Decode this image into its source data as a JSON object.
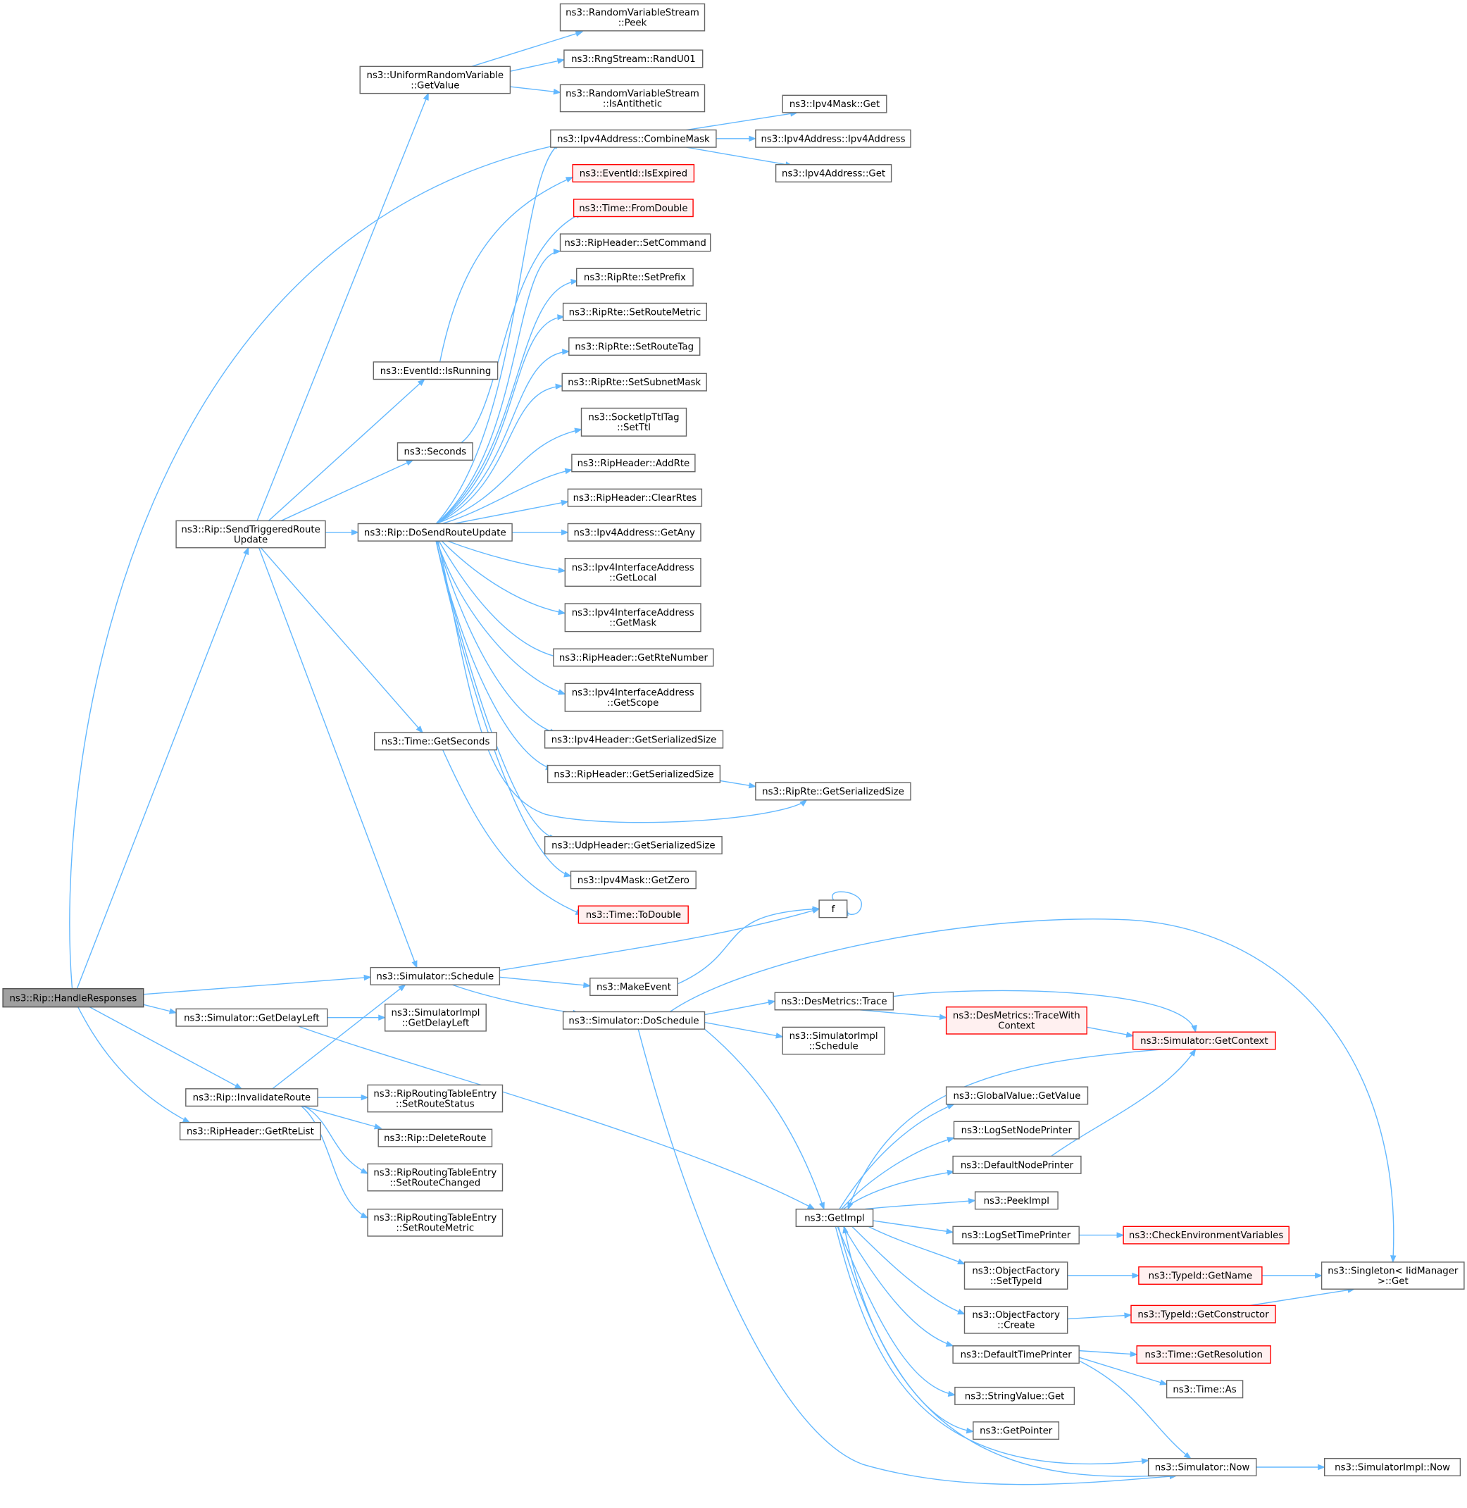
{
  "diagram": {
    "colors": {
      "edge": "#63b8ff",
      "node_border": "#666666",
      "root_fill": "#a0a0a0",
      "truncated_border": "#ff0000",
      "truncated_fill": "#fff0f0"
    },
    "nodes": [
      {
        "id": "root",
        "lines": [
          "ns3::Rip::HandleResponses"
        ],
        "style": "root"
      },
      {
        "id": "urv_getvalue",
        "lines": [
          "ns3::UniformRandomVariable",
          "::GetValue"
        ]
      },
      {
        "id": "rvs_peek",
        "lines": [
          "ns3::RandomVariableStream",
          "::Peek"
        ]
      },
      {
        "id": "rng_randu01",
        "lines": [
          "ns3::RngStream::RandU01"
        ]
      },
      {
        "id": "rvs_isanti",
        "lines": [
          "ns3::RandomVariableStream",
          "::IsAntithetic"
        ]
      },
      {
        "id": "ipv4_combinemask",
        "lines": [
          "ns3::Ipv4Address::CombineMask"
        ]
      },
      {
        "id": "ipv4mask_get",
        "lines": [
          "ns3::Ipv4Mask::Get"
        ]
      },
      {
        "id": "ipv4addr_ctor",
        "lines": [
          "ns3::Ipv4Address::Ipv4Address"
        ]
      },
      {
        "id": "ipv4addr_get",
        "lines": [
          "ns3::Ipv4Address::Get"
        ]
      },
      {
        "id": "eventid_isexpired",
        "lines": [
          "ns3::EventId::IsExpired"
        ],
        "style": "trunc"
      },
      {
        "id": "time_fromdouble",
        "lines": [
          "ns3::Time::FromDouble"
        ],
        "style": "trunc"
      },
      {
        "id": "riphdr_setcommand",
        "lines": [
          "ns3::RipHeader::SetCommand"
        ]
      },
      {
        "id": "riprte_setprefix",
        "lines": [
          "ns3::RipRte::SetPrefix"
        ]
      },
      {
        "id": "riprte_setroutemetric",
        "lines": [
          "ns3::RipRte::SetRouteMetric"
        ]
      },
      {
        "id": "riprte_setroutetag",
        "lines": [
          "ns3::RipRte::SetRouteTag"
        ]
      },
      {
        "id": "riprte_setsubnetmask",
        "lines": [
          "ns3::RipRte::SetSubnetMask"
        ]
      },
      {
        "id": "socketipttl_setttl",
        "lines": [
          "ns3::SocketIpTtlTag",
          "::SetTtl"
        ]
      },
      {
        "id": "riphdr_addrte",
        "lines": [
          "ns3::RipHeader::AddRte"
        ]
      },
      {
        "id": "riphdr_clearrtes",
        "lines": [
          "ns3::RipHeader::ClearRtes"
        ]
      },
      {
        "id": "ipv4addr_getany",
        "lines": [
          "ns3::Ipv4Address::GetAny"
        ]
      },
      {
        "id": "ipv4ifaddr_getlocal",
        "lines": [
          "ns3::Ipv4InterfaceAddress",
          "::GetLocal"
        ]
      },
      {
        "id": "ipv4ifaddr_getmask",
        "lines": [
          "ns3::Ipv4InterfaceAddress",
          "::GetMask"
        ]
      },
      {
        "id": "riphdr_getrtenumber",
        "lines": [
          "ns3::RipHeader::GetRteNumber"
        ]
      },
      {
        "id": "ipv4ifaddr_getscope",
        "lines": [
          "ns3::Ipv4InterfaceAddress",
          "::GetScope"
        ]
      },
      {
        "id": "ipv4hdr_getsersize",
        "lines": [
          "ns3::Ipv4Header::GetSerializedSize"
        ]
      },
      {
        "id": "riphdr_getsersize",
        "lines": [
          "ns3::RipHeader::GetSerializedSize"
        ]
      },
      {
        "id": "riprte_getsersize",
        "lines": [
          "ns3::RipRte::GetSerializedSize"
        ]
      },
      {
        "id": "udphdr_getsersize",
        "lines": [
          "ns3::UdpHeader::GetSerializedSize"
        ]
      },
      {
        "id": "ipv4mask_getzero",
        "lines": [
          "ns3::Ipv4Mask::GetZero"
        ]
      },
      {
        "id": "time_todouble",
        "lines": [
          "ns3::Time::ToDouble"
        ],
        "style": "trunc"
      },
      {
        "id": "eventid_isrunning",
        "lines": [
          "ns3::EventId::IsRunning"
        ]
      },
      {
        "id": "seconds",
        "lines": [
          "ns3::Seconds"
        ]
      },
      {
        "id": "rip_sendtriggered",
        "lines": [
          "ns3::Rip::SendTriggeredRoute",
          "Update"
        ]
      },
      {
        "id": "rip_dosendrouteupdate",
        "lines": [
          "ns3::Rip::DoSendRouteUpdate"
        ]
      },
      {
        "id": "time_getseconds",
        "lines": [
          "ns3::Time::GetSeconds"
        ]
      },
      {
        "id": "f",
        "lines": [
          "f"
        ]
      },
      {
        "id": "sim_schedule",
        "lines": [
          "ns3::Simulator::Schedule"
        ]
      },
      {
        "id": "makeevent",
        "lines": [
          "ns3::MakeEvent"
        ]
      },
      {
        "id": "sim_getdelayleft",
        "lines": [
          "ns3::Simulator::GetDelayLeft"
        ]
      },
      {
        "id": "simimpl_getdelayleft",
        "lines": [
          "ns3::SimulatorImpl",
          "::GetDelayLeft"
        ]
      },
      {
        "id": "sim_doschedule",
        "lines": [
          "ns3::Simulator::DoSchedule"
        ]
      },
      {
        "id": "desmetrics_trace",
        "lines": [
          "ns3::DesMetrics::Trace"
        ]
      },
      {
        "id": "desmetrics_tracewith",
        "lines": [
          "ns3::DesMetrics::TraceWith",
          "Context"
        ],
        "style": "trunc"
      },
      {
        "id": "sim_getcontext",
        "lines": [
          "ns3::Simulator::GetContext"
        ],
        "style": "trunc"
      },
      {
        "id": "simimpl_schedule",
        "lines": [
          "ns3::SimulatorImpl",
          "::Schedule"
        ]
      },
      {
        "id": "rip_invalidateroute",
        "lines": [
          "ns3::Rip::InvalidateRoute"
        ]
      },
      {
        "id": "riprte_setroutestatus",
        "lines": [
          "ns3::RipRoutingTableEntry",
          "::SetRouteStatus"
        ]
      },
      {
        "id": "rip_deleteroute",
        "lines": [
          "ns3::Rip::DeleteRoute"
        ]
      },
      {
        "id": "riprte_setroutechanged",
        "lines": [
          "ns3::RipRoutingTableEntry",
          "::SetRouteChanged"
        ]
      },
      {
        "id": "riprte_setroutemetric2",
        "lines": [
          "ns3::RipRoutingTableEntry",
          "::SetRouteMetric"
        ]
      },
      {
        "id": "riphdr_getrtelist",
        "lines": [
          "ns3::RipHeader::GetRteList"
        ]
      },
      {
        "id": "globalvalue_getvalue",
        "lines": [
          "ns3::GlobalValue::GetValue"
        ]
      },
      {
        "id": "logsetnodeprinter",
        "lines": [
          "ns3::LogSetNodePrinter"
        ]
      },
      {
        "id": "defaultnodeprinter",
        "lines": [
          "ns3::DefaultNodePrinter"
        ]
      },
      {
        "id": "peekimpl",
        "lines": [
          "ns3::PeekImpl"
        ]
      },
      {
        "id": "getimpl",
        "lines": [
          "ns3::GetImpl"
        ]
      },
      {
        "id": "logsettimeprinter",
        "lines": [
          "ns3::LogSetTimePrinter"
        ]
      },
      {
        "id": "checkenv",
        "lines": [
          "ns3::CheckEnvironmentVariables"
        ],
        "style": "trunc"
      },
      {
        "id": "objfactory_settypeid",
        "lines": [
          "ns3::ObjectFactory",
          "::SetTypeId"
        ]
      },
      {
        "id": "typeid_getname",
        "lines": [
          "ns3::TypeId::GetName"
        ],
        "style": "trunc"
      },
      {
        "id": "singleton_get",
        "lines": [
          "ns3::Singleton< IidManager",
          " >::Get"
        ]
      },
      {
        "id": "objfactory_create",
        "lines": [
          "ns3::ObjectFactory",
          "::Create"
        ]
      },
      {
        "id": "typeid_getconstructor",
        "lines": [
          "ns3::TypeId::GetConstructor"
        ],
        "style": "trunc"
      },
      {
        "id": "defaulttimeprinter",
        "lines": [
          "ns3::DefaultTimePrinter"
        ]
      },
      {
        "id": "time_getresolution",
        "lines": [
          "ns3::Time::GetResolution"
        ],
        "style": "trunc"
      },
      {
        "id": "time_as",
        "lines": [
          "ns3::Time::As"
        ]
      },
      {
        "id": "stringvalue_get",
        "lines": [
          "ns3::StringValue::Get"
        ]
      },
      {
        "id": "getpointer",
        "lines": [
          "ns3::GetPointer"
        ]
      },
      {
        "id": "sim_now",
        "lines": [
          "ns3::Simulator::Now"
        ]
      },
      {
        "id": "simimpl_now",
        "lines": [
          "ns3::SimulatorImpl::Now"
        ]
      }
    ]
  }
}
